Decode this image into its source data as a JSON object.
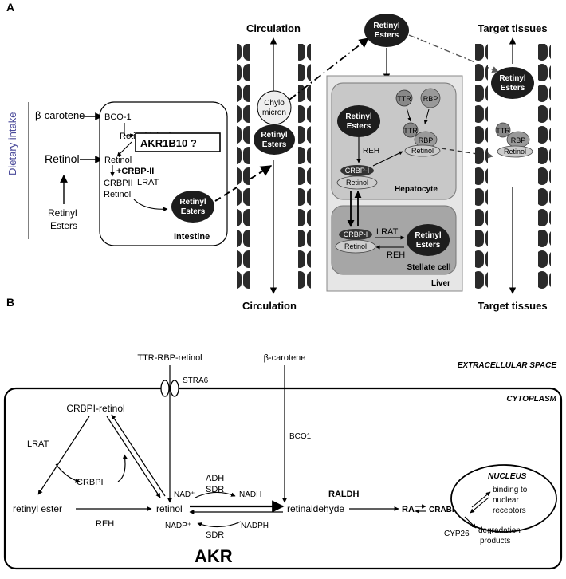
{
  "panelA": {
    "panel_label": "A",
    "dietary_intake": "Dietary intake",
    "beta_carotene": "β-carotene",
    "retinol": "Retinol",
    "retinyl_esters_diet": [
      "Retinyl",
      "Esters"
    ],
    "intestine": {
      "bco1": "BCO-1",
      "retinaldehyde": "Retinaldehyde",
      "akr_box": "AKR1B10 ?",
      "retinol": "Retinol",
      "crbp_ii_plus": "+CRBP-II",
      "crbp_ii": "CRBPII",
      "lrat": "LRAT",
      "retinol_bound": "Retinol",
      "retinyl_esters": [
        "Retinyl",
        "Esters"
      ],
      "title": "Intestine"
    },
    "circulation_top": "Circulation",
    "circulation_bottom": "Circulation",
    "chylomicron": [
      "Chylo",
      "micron"
    ],
    "chylo_esters": [
      "Retinyl",
      "Esters"
    ],
    "top_esters": [
      "Retinyl",
      "Esters"
    ],
    "liver": {
      "hep_esters": [
        "Retinyl",
        "Esters"
      ],
      "ttr": "TTR",
      "rbp": "RBP",
      "reh": "REH",
      "crbp_i": "CRBP-I",
      "retinol": "Retinol",
      "hepatocyte": "Hepatocyte",
      "stellate_crbp_i": "CRBP-I",
      "stellate_retinol": "Retinol",
      "stellate_lrat": "LRAT",
      "stellate_reh": "REH",
      "stellate_esters": [
        "Retinyl",
        "Esters"
      ],
      "stellate_cell": "Stellate cell",
      "title": "Liver"
    },
    "target_tissues_top": "Target tissues",
    "target_tissues_bottom": "Target tissues",
    "target_esters": [
      "Retinyl",
      "Esters"
    ],
    "target_ttr": "TTR",
    "target_rbp": "RBP",
    "target_retinol": "Retinol"
  },
  "panelB": {
    "panel_label": "B",
    "ttr_rbp_retinol": "TTR-RBP-retinol",
    "stra6": "STRA6",
    "beta_carotene": "β-carotene",
    "extracellular": "EXTRACELLULAR  SPACE",
    "cytoplasm": "CYTOPLASM",
    "crbpi_retinol": "CRBPI-retinol",
    "lrat": "LRAT",
    "crbpi": "CRBPI",
    "bco1": "BCO1",
    "retinyl_ester": "retinyl ester",
    "reh": "REH",
    "nad_plus": "NAD⁺",
    "adh": "ADH",
    "sdr_top": "SDR",
    "nadh": "NADH",
    "retinol": "retinol",
    "retinaldehyde": "retinaldehyde",
    "nadp_plus": "NADP⁺",
    "sdr_bottom": "SDR",
    "nadph": "NADPH",
    "raldh": "RALDH",
    "ra": "RA",
    "crabp_ra": "CRABP-RA",
    "nucleus": "NUCLEUS",
    "binding": [
      "binding to",
      "nuclear",
      "receptors"
    ],
    "cyp26": "CYP26",
    "degradation": [
      "degradation",
      "products"
    ],
    "akr": "AKR"
  }
}
